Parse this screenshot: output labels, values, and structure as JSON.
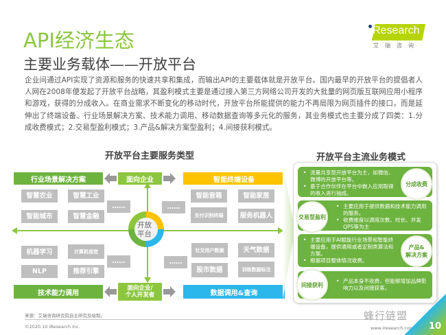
{
  "header": {
    "title": "API经济生态",
    "subtitle": "主要业务载体——开放平台"
  },
  "logo": {
    "brand": "Research",
    "brand_i": "i",
    "cn": "艾瑞咨询"
  },
  "intro": "企业间通过API实现了资源和服务的快速共享和集成，而输出API的主要载体就是开放平台。国内最早的开放平台的提倡者人人网在2008年便发起了开放平台战略，其盈利模式主要是通过接入第三方网络公司开发的大批量的网页版互联网应用小程序和游戏，获得的分成收入。在商业需求不断变化的移动时代，开放平台所能提供的能力不再局限为网页插件的接口，而是延伸出了终端设备、行业场景解决方案、技术能力调用、移动数据查询等多元化的服务，其业务模式也主要分成了四类：1.分成收费模式；2.交易型盈利模式；3.产品&解决方案型盈利；4.间接获利模式。",
  "left_diagram": {
    "title": "开放平台主要服务类型",
    "center": [
      "开放",
      "平台"
    ],
    "top_center": "面向企业",
    "bottom_center": "面向企业/\n个人开发者",
    "quadrants": {
      "top_left": {
        "label": "行业场景解决方案",
        "color": "#6db33f",
        "items": [
          "智慧农业",
          "智慧工业",
          "智能城市",
          "智慧金融",
          "……"
        ]
      },
      "top_right": {
        "label": "智能终端设备",
        "color": "#fdc300",
        "items": [
          "……",
          "智能音箱",
          "智能家居",
          "支付识别终端",
          "服务机器人"
        ]
      },
      "bottom_left": {
        "label": "技术能力调用",
        "color": "#6db33f",
        "items": [
          "机器学习",
          "计算机视觉",
          "NLP",
          "推荐引擎",
          "……"
        ]
      },
      "bottom_right": {
        "label": "数据调用&查询",
        "color": "#2bb7ea",
        "items": [
          "……",
          "社交用户数据",
          "天气数据",
          "股市数据",
          "训练数据标注"
        ]
      }
    }
  },
  "right_panel": {
    "title": "开放平台主流业务模式",
    "rows": [
      {
        "badge": "分成收费",
        "bullets": [
          "流量共享型开放平台为主，如微信、微博的开放平台等。",
          "基于合作伙伴在平台中嵌入应用取得的收入进行抽成。"
        ]
      },
      {
        "badge": "交易型盈利",
        "bullets": [
          "主要应用于提供数据和技术能力调用的服务。",
          "收费维度以调用次数、时长、并发QPS等为主"
        ]
      },
      {
        "badge": "产品&\n解决方案",
        "bullets": [
          "主要应用于AI赋能行业场景和智能终端设备，提供通用或者定制类算法和方案。",
          "根据项目整体情况收费。"
        ]
      },
      {
        "badge": "间接获利",
        "bullets": [
          "产品本身不收费，但能够增加品牌影响力以及间接获客。"
        ]
      }
    ]
  },
  "footer": {
    "source": "来源：艾瑞咨询研究院自主研究及绘制。",
    "copyright": "©2020.10 iResearch Inc.",
    "url": "www.iresearch.com.cn",
    "page": "10",
    "watermark": "蜂行链盟"
  },
  "colors": {
    "accent_green": "#8cc63f",
    "dark_green": "#6db33f",
    "yellow": "#fdc300",
    "blue": "#2bb7ea",
    "grey_box": "#bfbfbf"
  }
}
